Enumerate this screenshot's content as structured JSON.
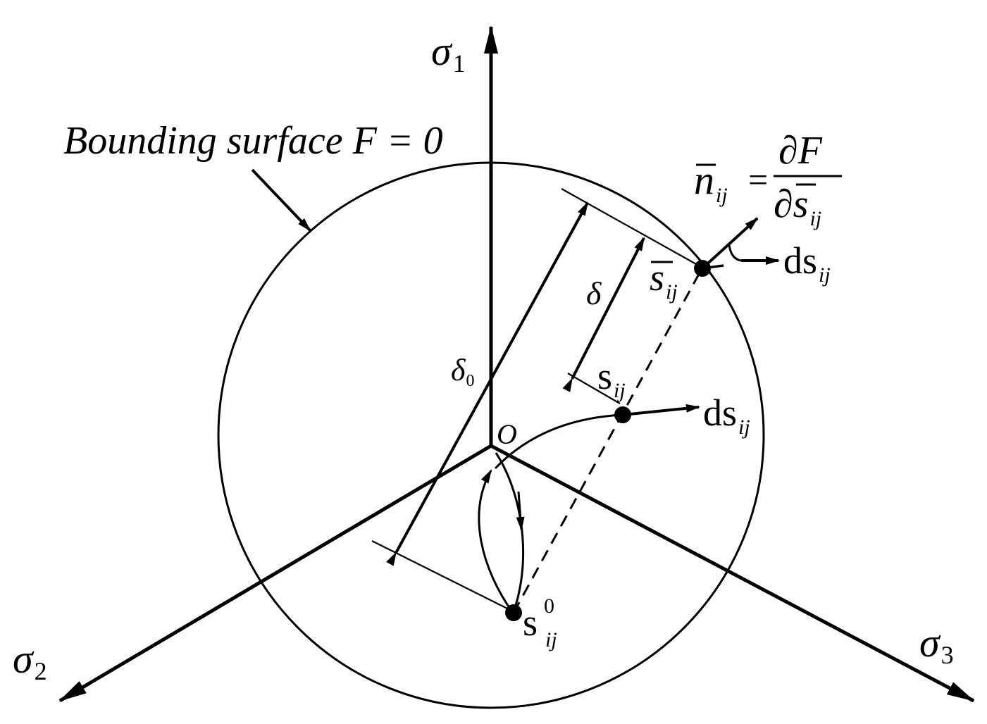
{
  "axes": {
    "sigma1": {
      "symbol": "σ",
      "sub": "1"
    },
    "sigma2": {
      "symbol": "σ",
      "sub": "2"
    },
    "sigma3": {
      "symbol": "σ",
      "sub": "3"
    }
  },
  "origin_label": "O",
  "bounding_surface_label": "Bounding surface F = 0",
  "normal_label": {
    "lhs": "n",
    "lhs_sub": "ij",
    "eq": "=",
    "num": "∂F",
    "den": "∂s",
    "den_sub": "ij"
  },
  "s_bar_label": {
    "base": "s",
    "sub": "ij"
  },
  "s_label": {
    "base": "s",
    "sub": "ij"
  },
  "s0_label": {
    "base": "s",
    "sub": "ij",
    "sup": "0"
  },
  "ds_upper_label": {
    "base": "ds",
    "sub": "ij"
  },
  "ds_lower_label": {
    "base": "ds",
    "sub": "ij"
  },
  "delta_label": "δ",
  "delta0_label": {
    "base": "δ",
    "sub": "0"
  }
}
